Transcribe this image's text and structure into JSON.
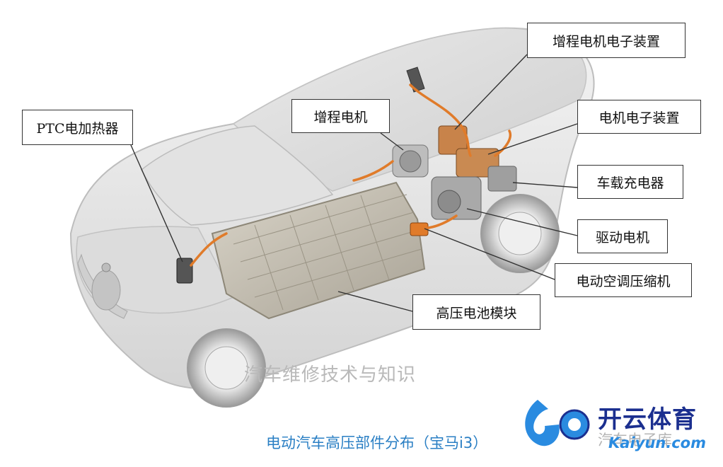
{
  "labels": {
    "ptc_heater": "PTC电加热器",
    "range_extender_motor": "增程电机",
    "range_extender_electronics": "增程电机电子装置",
    "motor_electronics": "电机电子装置",
    "onboard_charger": "车载充电器",
    "drive_motor": "驱动电机",
    "ac_compressor": "电动空调压缩机",
    "hv_battery": "高压电池模块"
  },
  "watermark": "汽车维修技术与知识",
  "caption": "电动汽车高压部件分布（宝马i3）",
  "source_tag": "汽车电子库",
  "brand": {
    "name_cn": "开云体育",
    "name_en": "Kaiyun.com"
  },
  "colors": {
    "caption": "#2a7fc4",
    "brand_primary": "#1b2f8f",
    "brand_accent": "#2a8be0",
    "hv_cable": "#e07b2a"
  }
}
